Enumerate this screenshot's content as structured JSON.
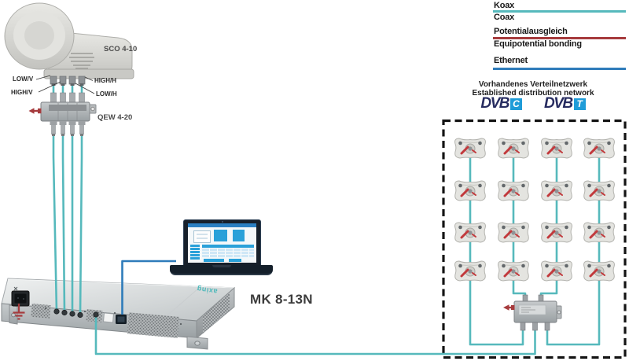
{
  "legend": {
    "coax_label_de": "Koax",
    "coax_label_en": "Coax",
    "coax_color": "#56b9bc",
    "bonding_label_de": "Potentialausgleich",
    "bonding_label_en": "Equipotential bonding",
    "bonding_color": "#a63b3d",
    "ethernet_label": "Ethernet",
    "ethernet_color": "#2f7cba"
  },
  "satellite_lnb": {
    "model": "SCO 4-10",
    "output_labels": [
      "LOW/V",
      "HIGH/V",
      "HIGH/H",
      "LOW/H"
    ]
  },
  "bonding_block": {
    "model": "QEW 4-20"
  },
  "headend_unit": {
    "model": "MK 8-13N",
    "brand": "axing"
  },
  "distribution_network": {
    "title_de": "Vorhandenes Verteilnetzwerk",
    "title_en": "Established distribution network",
    "dvb_c": {
      "word": "DVB",
      "letter": "C"
    },
    "dvb_t": {
      "word": "DVB",
      "letter": "T"
    },
    "outlet_rows": 4,
    "outlet_columns": 4
  }
}
